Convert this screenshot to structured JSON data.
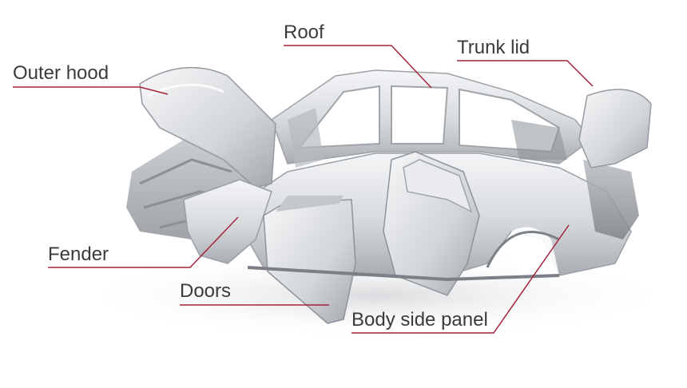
{
  "labels": {
    "outer_hood": "Outer hood",
    "roof": "Roof",
    "trunk_lid": "Trunk lid",
    "fender": "Fender",
    "doors": "Doors",
    "body_side_panel": "Body side panel"
  },
  "colors": {
    "leader_line": "#a5233a",
    "label_text": "#3b3b3b",
    "metal_light": "#eef0f2",
    "metal_mid": "#c9ccd0",
    "metal_dark": "#8f949a",
    "background": "#ffffff"
  }
}
